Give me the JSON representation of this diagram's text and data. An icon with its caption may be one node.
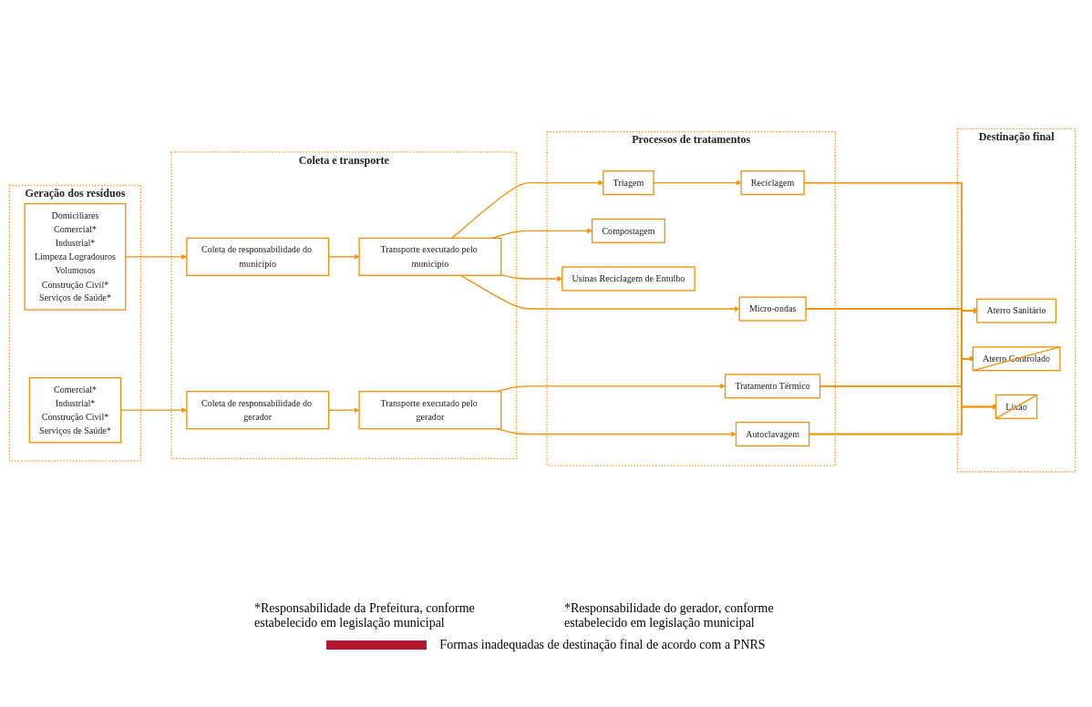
{
  "diagram": {
    "nodes": [
      {
        "text": [
          "Geração dos resíduos"
        ]
      },
      {
        "text": [
          "Domiciliares",
          "Comercial*",
          "Industrial*",
          "Limpeza Logradouros",
          "Volumosos",
          "Construção Civil*",
          "Serviços de Saúde*"
        ],
        "in": 0
      },
      {
        "text": [
          "Comercial*",
          "Industrial*",
          "Construção Civil*",
          "Serviços de Saúde*"
        ],
        "in": 0
      },
      {
        "text": [
          "Coleta e transporte"
        ]
      },
      {
        "text": [
          "Coleta de responsabilidade do município"
        ],
        "in": 3
      },
      {
        "text": [
          "Transporte executado pelo município"
        ],
        "in": 3
      },
      {
        "text": [
          "Coleta de responsabilidade do gerador"
        ],
        "in": 3
      },
      {
        "text": [
          "Transporte executado pelo gerador"
        ],
        "in": 3
      },
      {
        "text": [
          "Processos de tratamentos"
        ]
      },
      {
        "text": [
          "Triagem"
        ],
        "in": 8
      },
      {
        "text": [
          "Reciclagem"
        ],
        "in": 8
      },
      {
        "text": [
          "Compostagem"
        ],
        "in": 8
      },
      {
        "text": [
          "Usinas Reciclagem de Entulho"
        ],
        "in": 8
      },
      {
        "text": [
          "Tratamento Térmico"
        ],
        "in": 8
      },
      {
        "text": [
          "Autoclavagem"
        ],
        "in": 8
      },
      {
        "text": [
          "Micro-ondas"
        ],
        "in": 8
      },
      {
        "text": [
          "Destinação final"
        ]
      },
      {
        "text": [
          "Aterro Sanitário"
        ],
        "in": 16
      },
      {
        "text": [
          "Aterro Controlado"
        ],
        "in": 16
      },
      {
        "text": [
          "Lixão"
        ],
        "in": 16
      }
    ],
    "edges": [
      {
        "from": 1,
        "to": 4,
        "arrow": "to"
      },
      {
        "from": 4,
        "to": 5,
        "arrow": "to"
      },
      {
        "from": 5,
        "to": 9,
        "arrow": "to"
      },
      {
        "from": 5,
        "to": 11,
        "arrow": "to"
      },
      {
        "from": 5,
        "to": 12,
        "arrow": "to"
      },
      {
        "from": 5,
        "to": 15,
        "arrow": "to"
      },
      {
        "from": 9,
        "to": 10,
        "arrow": "to"
      },
      {
        "from": 2,
        "to": 6,
        "arrow": "to"
      },
      {
        "from": 6,
        "to": 7,
        "arrow": "to"
      },
      {
        "from": 7,
        "to": 13,
        "arrow": "to"
      },
      {
        "from": 7,
        "to": 14,
        "arrow": "to"
      },
      {
        "from": 10,
        "to": 17,
        "arrow": "to"
      },
      {
        "from": 10,
        "to": 18,
        "arrow": "to"
      },
      {
        "from": 10,
        "to": 19,
        "arrow": "to"
      },
      {
        "from": 13,
        "to": 17,
        "arrow": "to"
      },
      {
        "from": 13,
        "to": 18,
        "arrow": "to"
      },
      {
        "from": 13,
        "to": 19,
        "arrow": "to"
      },
      {
        "from": 14,
        "to": 17,
        "arrow": "to"
      },
      {
        "from": 14,
        "to": 18,
        "arrow": "to"
      },
      {
        "from": 14,
        "to": 19,
        "arrow": "to"
      },
      {
        "from": 15,
        "to": 17,
        "arrow": "to"
      },
      {
        "from": 15,
        "to": 18,
        "arrow": "to"
      },
      {
        "from": 15,
        "to": 19,
        "arrow": "to"
      }
    ],
    "labels": [
      "*Responsabilidade da Prefeitura, conforme estabelecido em legislação municipal",
      "*Responsabilidade do gerador, conforme estabelecido em legislação municipal"
    ],
    "legend": [
      {
        "text": "Formas inadequadas de destinação final de acordo com a PNRS",
        "color": "#b5172f"
      }
    ]
  }
}
